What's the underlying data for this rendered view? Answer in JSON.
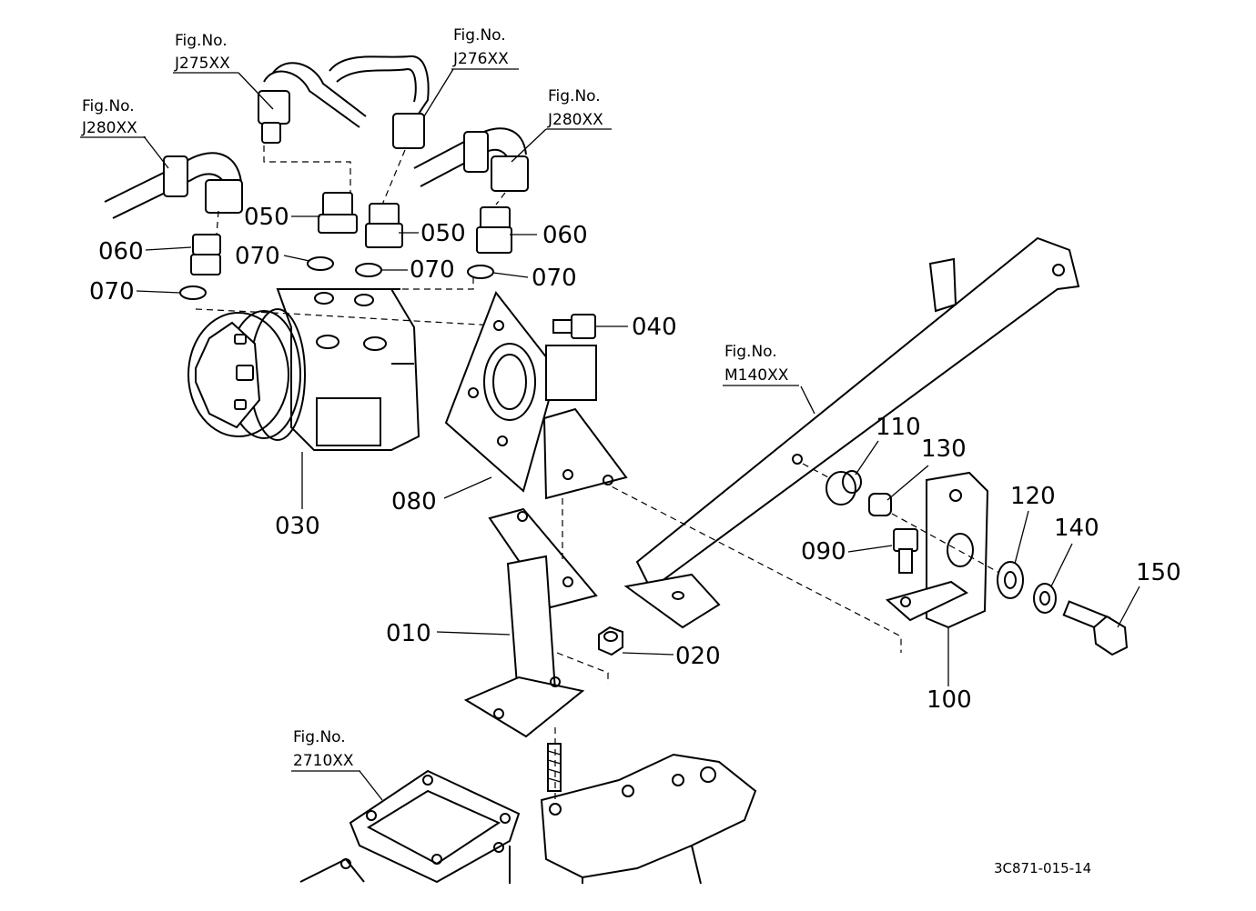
{
  "figure_refs": [
    {
      "heading": "Fig.No.",
      "code": "J275XX"
    },
    {
      "heading": "Fig.No.",
      "code": "J276XX"
    },
    {
      "heading": "Fig.No.",
      "code": "J280XX"
    },
    {
      "heading": "Fig.No.",
      "code": "J280XX"
    },
    {
      "heading": "Fig.No.",
      "code": "M140XX"
    },
    {
      "heading": "Fig.No.",
      "code": "2710XX"
    }
  ],
  "part_callouts": [
    "050",
    "050",
    "060",
    "060",
    "070",
    "070",
    "070",
    "070",
    "040",
    "030",
    "080",
    "010",
    "020",
    "090",
    "100",
    "110",
    "120",
    "130",
    "140",
    "150"
  ],
  "drawing_code": "3C871-015-14"
}
